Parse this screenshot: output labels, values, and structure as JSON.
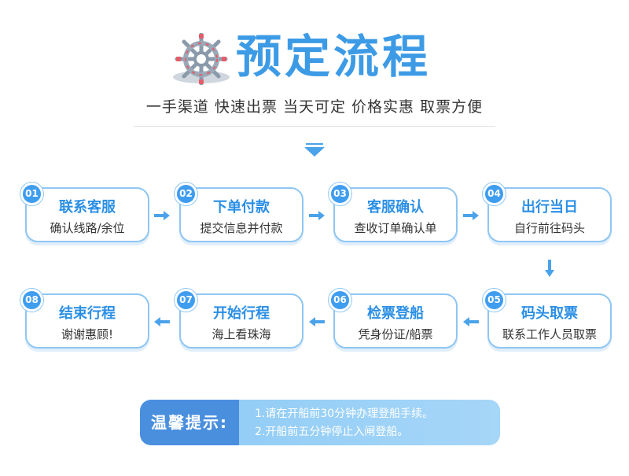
{
  "header": {
    "title": "预定流程",
    "slogan": "一手渠道  快速出票  当天可定  价格实惠  取票方便"
  },
  "steps": [
    {
      "num": "01",
      "title": "联系客服",
      "desc": "确认线路/余位"
    },
    {
      "num": "02",
      "title": "下单付款",
      "desc": "提交信息并付款"
    },
    {
      "num": "03",
      "title": "客服确认",
      "desc": "查收订单确认单"
    },
    {
      "num": "04",
      "title": "出行当日",
      "desc": "自行前往码头"
    },
    {
      "num": "05",
      "title": "码头取票",
      "desc": "联系工作人员取票"
    },
    {
      "num": "06",
      "title": "检票登船",
      "desc": "凭身份证/船票"
    },
    {
      "num": "07",
      "title": "开始行程",
      "desc": "海上看珠海"
    },
    {
      "num": "08",
      "title": "结束行程",
      "desc": "谢谢惠顾!"
    }
  ],
  "tips": {
    "label": "温馨提示",
    "colon": ":",
    "lines": [
      "1.请在开船前30分钟办理登船手续。",
      "2.开船前五分钟停止入闸登船。"
    ]
  },
  "icons": {
    "logo": "ship-wheel-icon",
    "flow_down": "triangle-down-icon",
    "flow_arrow": "arrow-icon"
  },
  "colors": {
    "accent": "#3d9be6",
    "border": "#8ec6f3",
    "number_badge": "#3f9df0",
    "tips_label_bg": "#4a8fde",
    "tips_bg": "#8ccaf5"
  }
}
